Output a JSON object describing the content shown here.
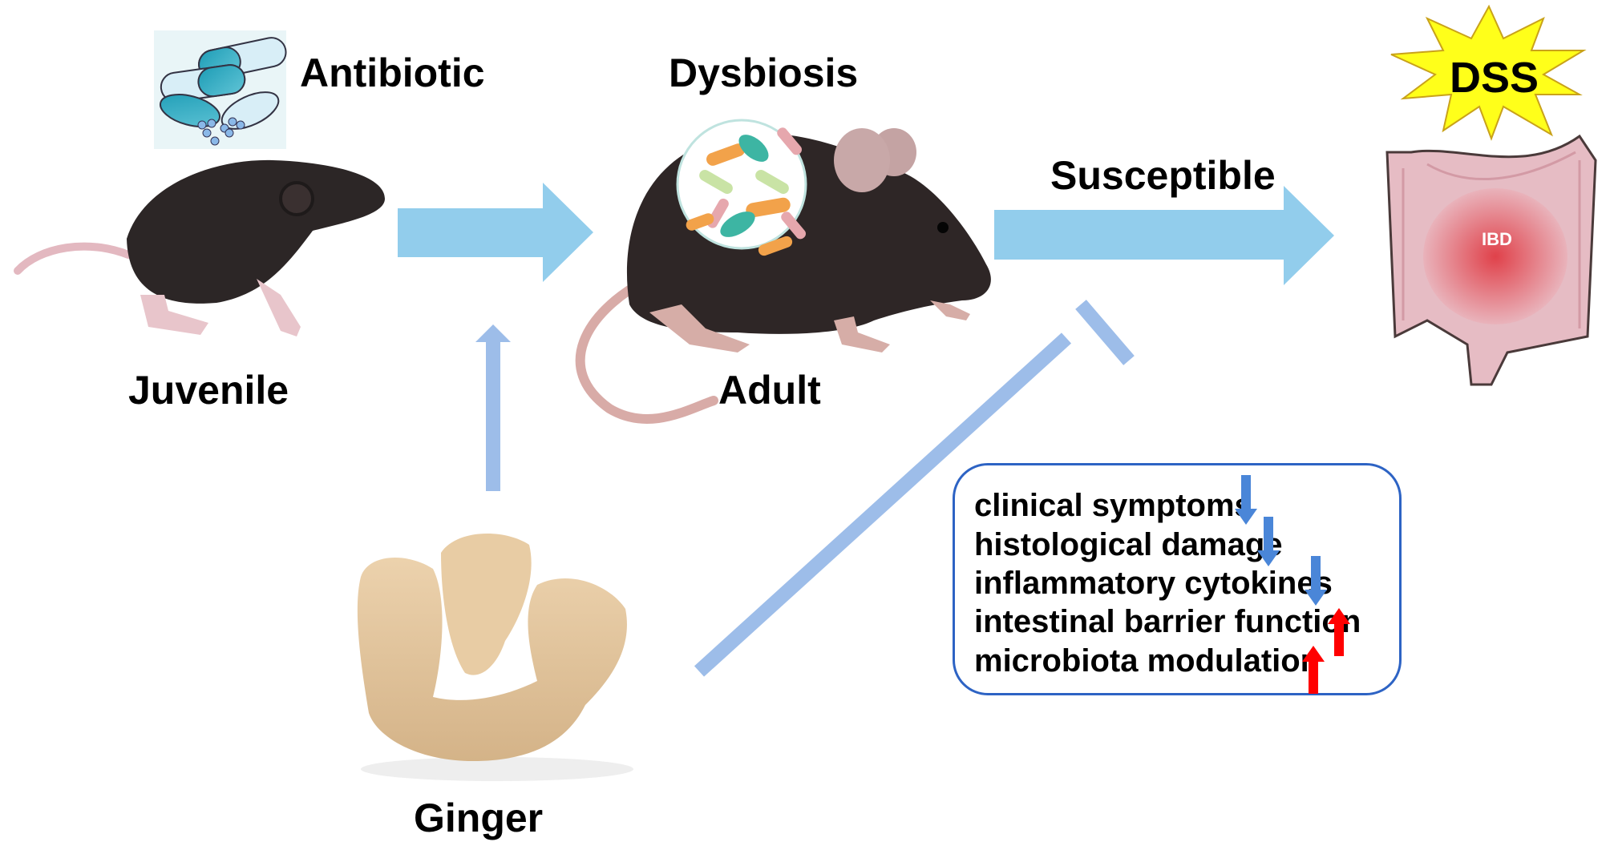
{
  "labels": {
    "antibiotic": "Antibiotic",
    "dysbiosis": "Dysbiosis",
    "susceptible": "Susceptible",
    "juvenile": "Juvenile",
    "adult": "Adult",
    "ginger": "Ginger",
    "dss": "DSS",
    "ibd": "IBD"
  },
  "effects": [
    {
      "text": "clinical symptoms",
      "direction": "down",
      "color": "#4a86d8"
    },
    {
      "text": "histological damage",
      "direction": "down",
      "color": "#4a86d8"
    },
    {
      "text": "inflammatory cytokines",
      "direction": "down",
      "color": "#4a86d8"
    },
    {
      "text": "intestinal barrier function",
      "direction": "up",
      "color": "#ff0000"
    },
    {
      "text": "microbiota modulation",
      "direction": "up",
      "color": "#ff0000"
    }
  ],
  "colors": {
    "flow_arrow": "#92cdec",
    "ginger_arrow": "#9dbde9",
    "box_border": "#2d63c4",
    "starburst": "#ffff1a",
    "down_arrow": "#4a86d8",
    "up_arrow": "#ff0000"
  }
}
